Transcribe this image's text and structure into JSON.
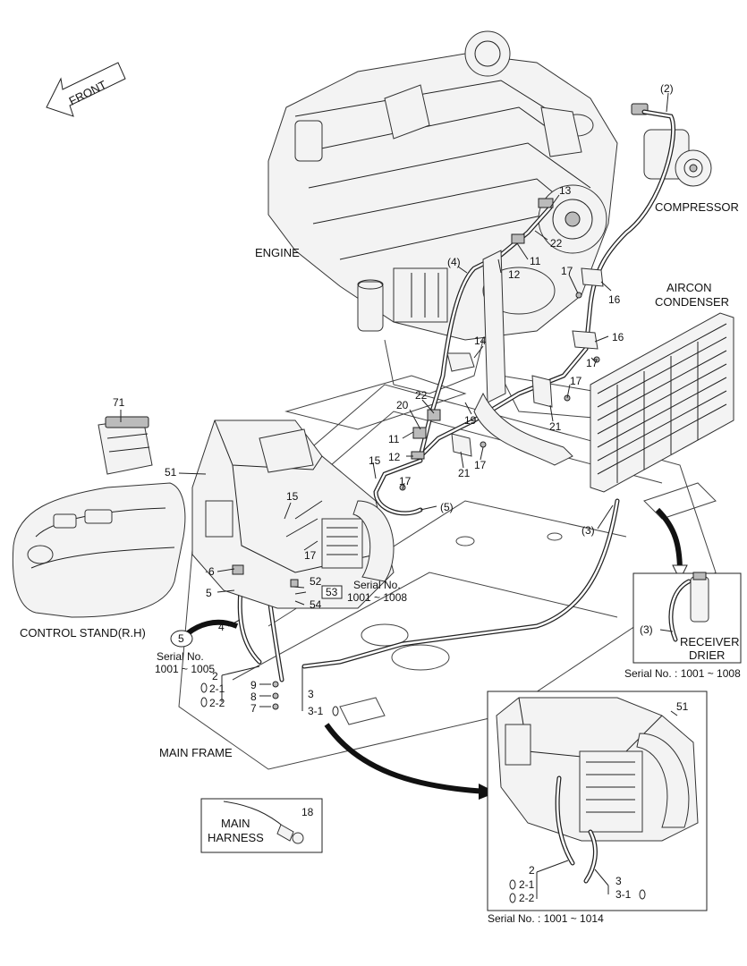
{
  "labels": {
    "front": "FRONT",
    "engine": "ENGINE",
    "compressor": "COMPRESSOR",
    "aircon_condenser_1": "AIRCON",
    "aircon_condenser_2": "CONDENSER",
    "control_stand": "CONTROL STAND(R.H)",
    "main_frame": "MAIN FRAME",
    "main_harness_1": "MAIN",
    "main_harness_2": "HARNESS",
    "receiver_drier_1": "RECEIVER",
    "receiver_drier_2": "DRIER"
  },
  "serials": {
    "serial_no": "Serial No.",
    "s1008_range": "1001 ~ 1008",
    "s1005_range": "1001 ~ 1005",
    "receiver": "Serial No. : 1001 ~ 1008",
    "inset": "Serial No. : 1001 ~ 1014"
  },
  "callouts": {
    "p2": "(2)",
    "p13": "13",
    "p22a": "22",
    "p11a": "11",
    "p4": "(4)",
    "p12a": "12",
    "p17a": "17",
    "p16a": "16",
    "p16b": "16",
    "p17b": "17",
    "p14": "14",
    "p17c": "17",
    "p22b": "22",
    "p20": "20",
    "p19": "19",
    "p21a": "21",
    "p11b": "11",
    "p12b": "12",
    "p21b": "21",
    "p17d": "17",
    "p15a": "15",
    "p17e": "17",
    "p5a": "(5)",
    "p3a": "(3)",
    "p71": "71",
    "p51a": "51",
    "p15b": "15",
    "p17f": "17",
    "p6": "6",
    "p5b": "5",
    "p52": "52",
    "p53": "53",
    "p54": "54",
    "p4b": "4",
    "p5c": "5",
    "p2b": "2",
    "p2_1": "2-1",
    "p2_2": "2-2",
    "p9": "9",
    "p8": "8",
    "p7": "7",
    "p3b": "3",
    "p3_1": "3-1",
    "p3c": "(3)",
    "p18": "18",
    "p51b": "51",
    "p2c": "2",
    "p2_1b": "2-1",
    "p2_2b": "2-2",
    "p3d": "3",
    "p3_1b": "3-1"
  }
}
